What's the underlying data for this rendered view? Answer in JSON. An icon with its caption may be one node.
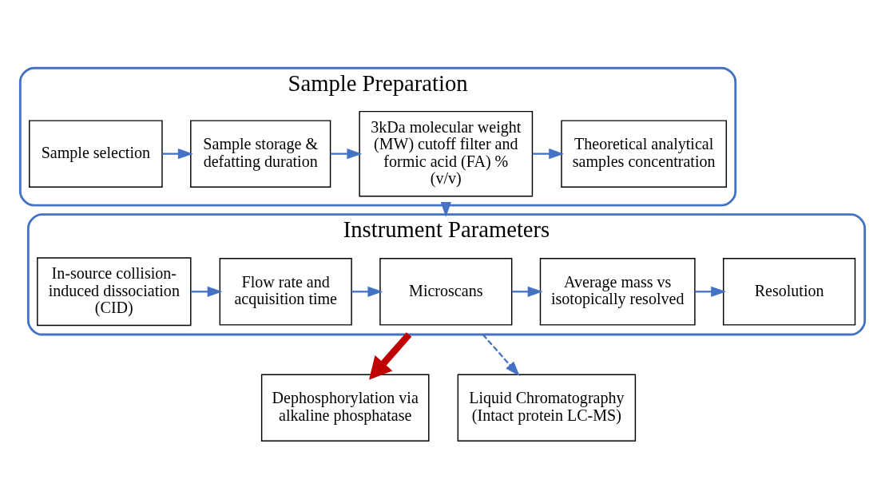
{
  "diagram": {
    "nodes": [
      {
        "text": [
          "Sample Preparation"
        ]
      },
      {
        "text": [
          "Sample selection"
        ],
        "in": 0
      },
      {
        "text": [
          "Sample storage & defatting duration"
        ],
        "in": 0
      },
      {
        "text": [
          "3kDa molecular weight (MW) cutoff filter and formic acid (FA) % (v/v)"
        ],
        "in": 0
      },
      {
        "text": [
          "Theoretical analytical samples concentration"
        ],
        "in": 0
      },
      {
        "text": [
          "Instrument Parameters"
        ]
      },
      {
        "text": [
          "In-source collision-induced dissociation (CID)"
        ],
        "in": 5
      },
      {
        "text": [
          "Flow rate and acquisition time"
        ],
        "in": 5
      },
      {
        "text": [
          "Microscans"
        ],
        "in": 5
      },
      {
        "text": [
          "Average mass vs isotopically resolved"
        ],
        "in": 5
      },
      {
        "text": [
          "Resolution"
        ],
        "in": 5
      },
      {
        "text": [
          "Dephosphorylation via alkaline phosphatase"
        ]
      },
      {
        "text": [
          "Liquid Chromatography (Intact protein LC-MS)"
        ]
      }
    ],
    "edges": [
      {
        "from": 1,
        "to": 2,
        "arrow": "to"
      },
      {
        "from": 2,
        "to": 3,
        "arrow": "to"
      },
      {
        "from": 3,
        "to": 4,
        "arrow": "to"
      },
      {
        "from": 0,
        "to": 5,
        "arrow": "to"
      },
      {
        "from": 6,
        "to": 7,
        "arrow": "to"
      },
      {
        "from": 7,
        "to": 8,
        "arrow": "to"
      },
      {
        "from": 8,
        "to": 9,
        "arrow": "to"
      },
      {
        "from": 9,
        "to": 10,
        "arrow": "to"
      },
      {
        "from": 5,
        "to": 11,
        "arrow": "to",
        "style": "thick",
        "color": "#c00000"
      },
      {
        "from": 5,
        "to": 12,
        "arrow": "to",
        "style": "dashed"
      }
    ]
  }
}
